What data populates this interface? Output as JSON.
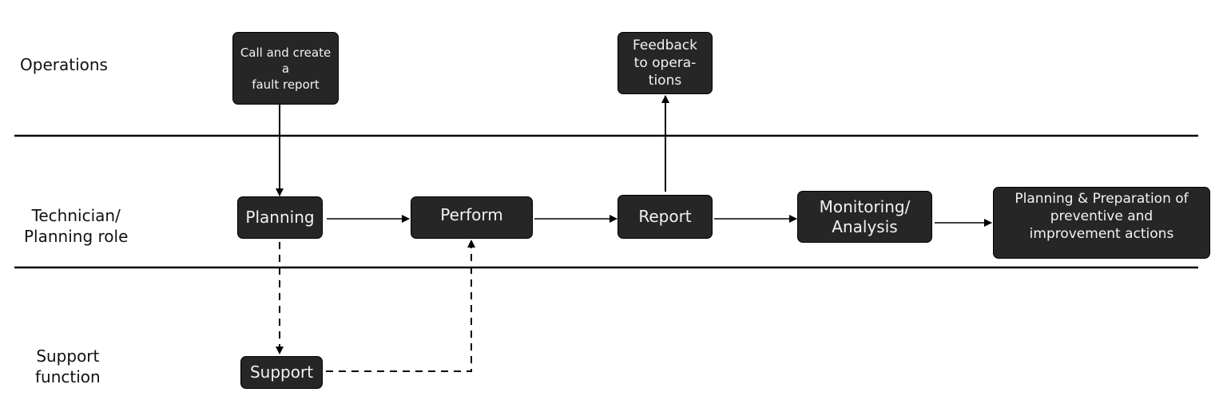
{
  "lanes": {
    "operations": "Operations",
    "technician": "Technician/\nPlanning role",
    "support": "Support\nfunction"
  },
  "nodes": {
    "call_fault_report": "Call and create\na\nfault report",
    "feedback": "Feedback\nto opera-\ntions",
    "planning": "Planning",
    "perform": "Perform",
    "report": "Report",
    "monitoring": "Monitoring/\nAnalysis",
    "preventive": "Planning & Preparation of\npreventive and\nimprovement actions",
    "support": "Support"
  },
  "colors": {
    "node_fill": "#262626",
    "node_text": "#f2f2f2",
    "line": "#000000"
  }
}
